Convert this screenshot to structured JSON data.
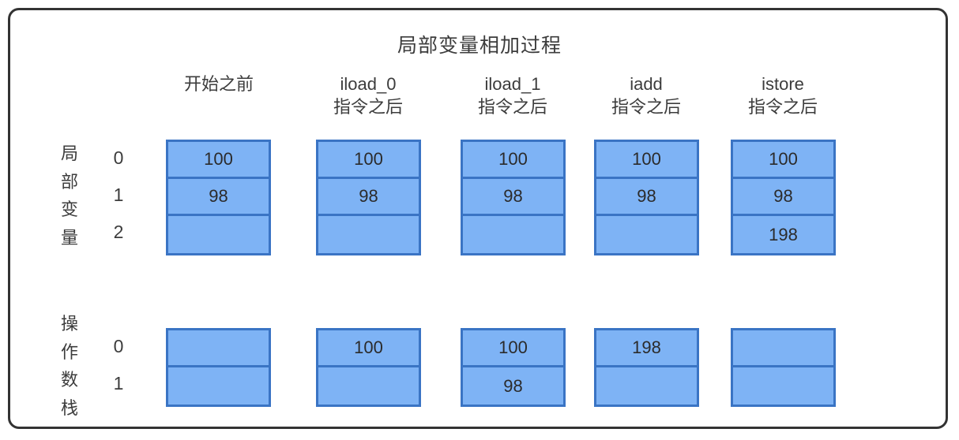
{
  "diagram": {
    "title": "局部变量相加过程",
    "columns": [
      {
        "line1": "开始之前",
        "line2": ""
      },
      {
        "line1": "iload_0",
        "line2": "指令之后"
      },
      {
        "line1": "iload_1",
        "line2": "指令之后"
      },
      {
        "line1": "iadd",
        "line2": "指令之后"
      },
      {
        "line1": "istore",
        "line2": "指令之后"
      }
    ],
    "sections": [
      {
        "label": "局部变量",
        "label_chars": [
          "局",
          "部",
          "变",
          "量"
        ],
        "indices": [
          "0",
          "1",
          "2"
        ],
        "columns": [
          {
            "cells": [
              "100",
              "98",
              ""
            ]
          },
          {
            "cells": [
              "100",
              "98",
              ""
            ]
          },
          {
            "cells": [
              "100",
              "98",
              ""
            ]
          },
          {
            "cells": [
              "100",
              "98",
              ""
            ]
          },
          {
            "cells": [
              "100",
              "98",
              "198"
            ]
          }
        ]
      },
      {
        "label": "操作数栈",
        "label_chars": [
          "操",
          "作",
          "数",
          "栈"
        ],
        "indices": [
          "0",
          "1"
        ],
        "columns": [
          {
            "cells": [
              "",
              ""
            ]
          },
          {
            "cells": [
              "100",
              ""
            ]
          },
          {
            "cells": [
              "100",
              "98"
            ]
          },
          {
            "cells": [
              "198",
              ""
            ]
          },
          {
            "cells": [
              "",
              ""
            ]
          }
        ]
      }
    ],
    "colors": {
      "cell_fill": "#7eb3f5",
      "cell_border": "#3a74c4",
      "frame_border": "#333333",
      "text": "#3c3c3c",
      "background": "#ffffff"
    }
  }
}
